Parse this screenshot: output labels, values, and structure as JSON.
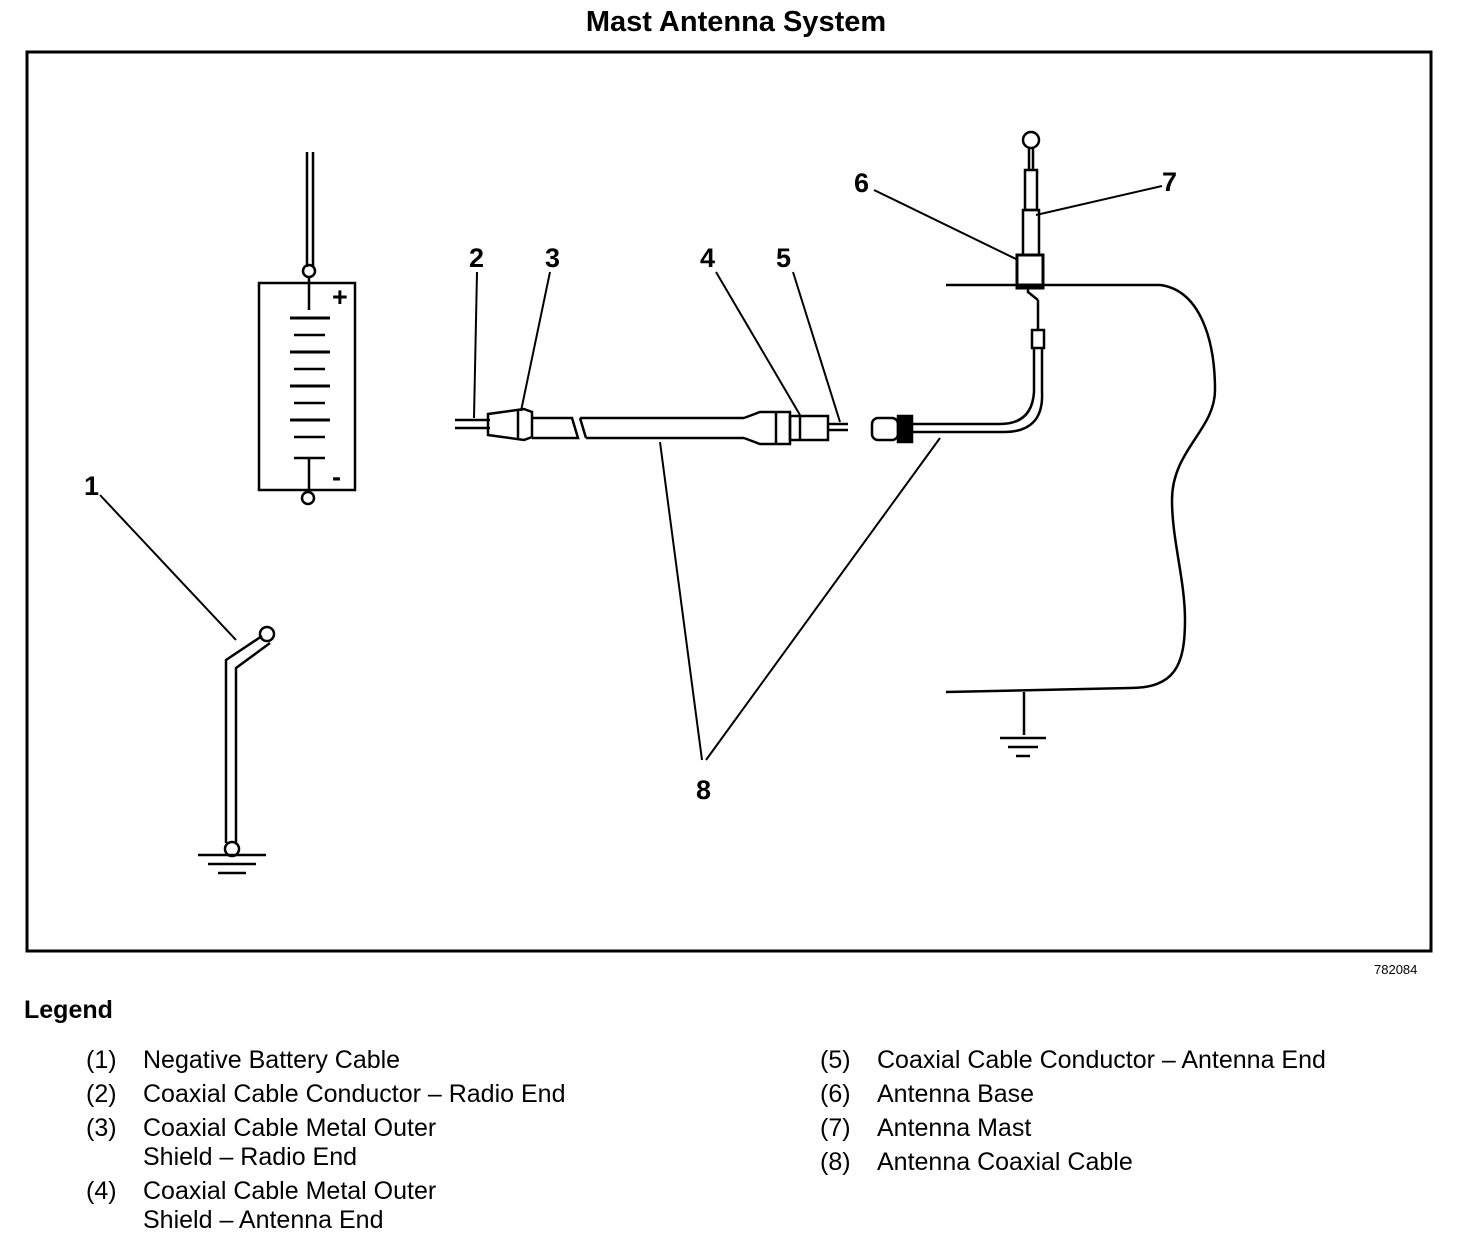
{
  "title": "Mast Antenna System",
  "figure_id": "782084",
  "callouts": [
    "1",
    "2",
    "3",
    "4",
    "5",
    "6",
    "7",
    "8"
  ],
  "battery": {
    "plus": "+",
    "minus": "-"
  },
  "legend": {
    "title": "Legend",
    "left": [
      {
        "num": "(1)",
        "text": "Negative Battery Cable"
      },
      {
        "num": "(2)",
        "text": "Coaxial Cable Conductor – Radio End"
      },
      {
        "num": "(3)",
        "text": "Coaxial Cable Metal Outer Shield – Radio End"
      },
      {
        "num": "(4)",
        "text": "Coaxial Cable Metal Outer Shield – Antenna End"
      }
    ],
    "right": [
      {
        "num": "(5)",
        "text": "Coaxial Cable Conductor – Antenna End"
      },
      {
        "num": "(6)",
        "text": "Antenna Base"
      },
      {
        "num": "(7)",
        "text": "Antenna Mast"
      },
      {
        "num": "(8)",
        "text": "Antenna Coaxial Cable"
      }
    ]
  }
}
